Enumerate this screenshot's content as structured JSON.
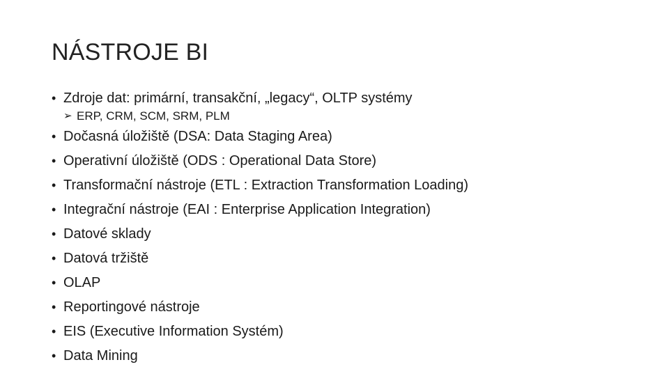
{
  "slide": {
    "title": "NÁSTROJE BI",
    "bullet_symbol": "•",
    "sub_bullet_symbol": "➢",
    "items": [
      {
        "text": "Zdroje dat: primární, transakční, „legacy“, OLTP systémy"
      },
      {
        "text": "Dočasná úložiště (DSA: Data Staging Area)"
      },
      {
        "text": "Operativní úložiště (ODS : Operational Data Store)"
      },
      {
        "text": "Transformační nástroje (ETL : Extraction Transformation Loading)"
      },
      {
        "text": "Integrační nástroje (EAI : Enterprise Application Integration)"
      },
      {
        "text": "Datové sklady"
      },
      {
        "text": "Datová tržiště"
      },
      {
        "text": "OLAP"
      },
      {
        "text": "Reportingové nástroje"
      },
      {
        "text": "EIS (Executive Information Systém)"
      },
      {
        "text": "Data Mining"
      }
    ],
    "sub_item": {
      "text": "ERP, CRM, SCM, SRM, PLM"
    }
  }
}
